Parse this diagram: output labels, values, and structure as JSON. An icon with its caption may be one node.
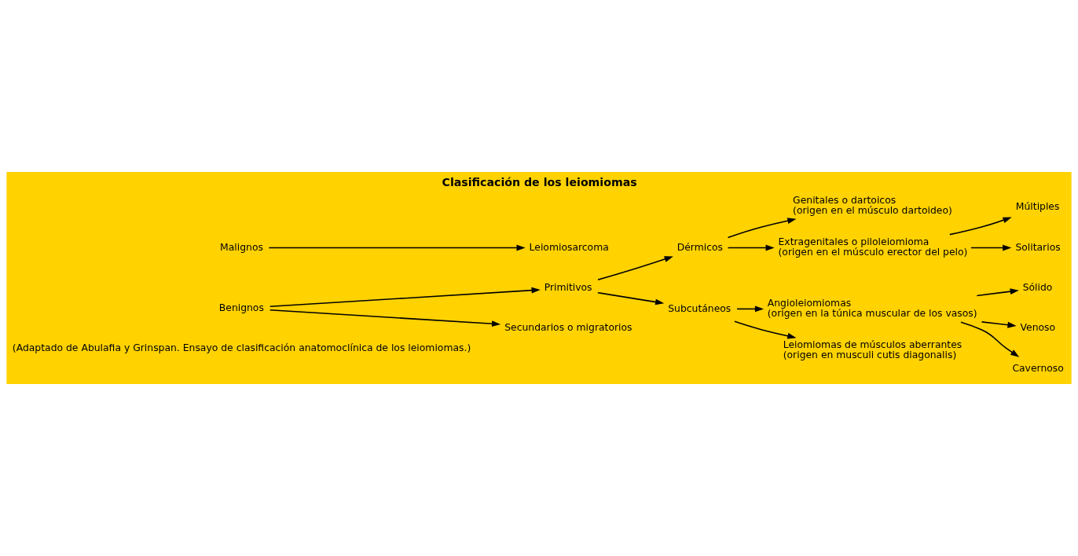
{
  "diagram": {
    "title": "Clasificación de los leiomiomas",
    "nodes": [
      {
        "text": [
          "Benignos"
        ]
      },
      {
        "text": [
          "Primitivos"
        ]
      },
      {
        "text": [
          "Dérmicos"
        ]
      },
      {
        "text": [
          "Genitales o dartoicos",
          "(origen en el músculo dartoideo)"
        ]
      },
      {
        "text": [
          "Extragenitales o piloleiomioma",
          "(origen en el músculo erector del pelo)"
        ]
      },
      {
        "text": [
          "Múltiples"
        ]
      },
      {
        "text": [
          "Solitarios"
        ]
      },
      {
        "text": [
          "Subcutáneos"
        ]
      },
      {
        "text": [
          "Angioleiomiomas",
          "(origen en la túnica muscular de los vasos)"
        ]
      },
      {
        "text": [
          "Sólido"
        ]
      },
      {
        "text": [
          "Venoso"
        ]
      },
      {
        "text": [
          "Cavernoso"
        ]
      },
      {
        "text": [
          "Leiomiomas de músculos aberrantes",
          "(origen en musculi cutis diagonalis)"
        ]
      },
      {
        "text": [
          "Secundarios o migratorios"
        ]
      },
      {
        "text": [
          "Malignos"
        ]
      },
      {
        "text": [
          "Leiomiosarcoma"
        ]
      }
    ],
    "edges": [
      {
        "from": 0,
        "to": 1,
        "arrow": "to"
      },
      {
        "from": 1,
        "to": 2,
        "arrow": "to"
      },
      {
        "from": 2,
        "to": 3,
        "arrow": "to"
      },
      {
        "from": 2,
        "to": 4,
        "arrow": "to"
      },
      {
        "from": 4,
        "to": 5,
        "arrow": "to"
      },
      {
        "from": 4,
        "to": 6,
        "arrow": "to"
      },
      {
        "from": 1,
        "to": 7,
        "arrow": "to"
      },
      {
        "from": 7,
        "to": 8,
        "arrow": "to"
      },
      {
        "from": 8,
        "to": 9,
        "arrow": "to"
      },
      {
        "from": 8,
        "to": 10,
        "arrow": "to"
      },
      {
        "from": 8,
        "to": 11,
        "arrow": "to"
      },
      {
        "from": 7,
        "to": 12,
        "arrow": "to"
      },
      {
        "from": 0,
        "to": 13,
        "arrow": "to"
      },
      {
        "from": 14,
        "to": 15,
        "arrow": "to"
      }
    ],
    "labels": [
      "(Adaptado de Abulafia y Grinspan. Ensayo de clasificación anatomoclínica de los leiomiomas.)"
    ]
  }
}
